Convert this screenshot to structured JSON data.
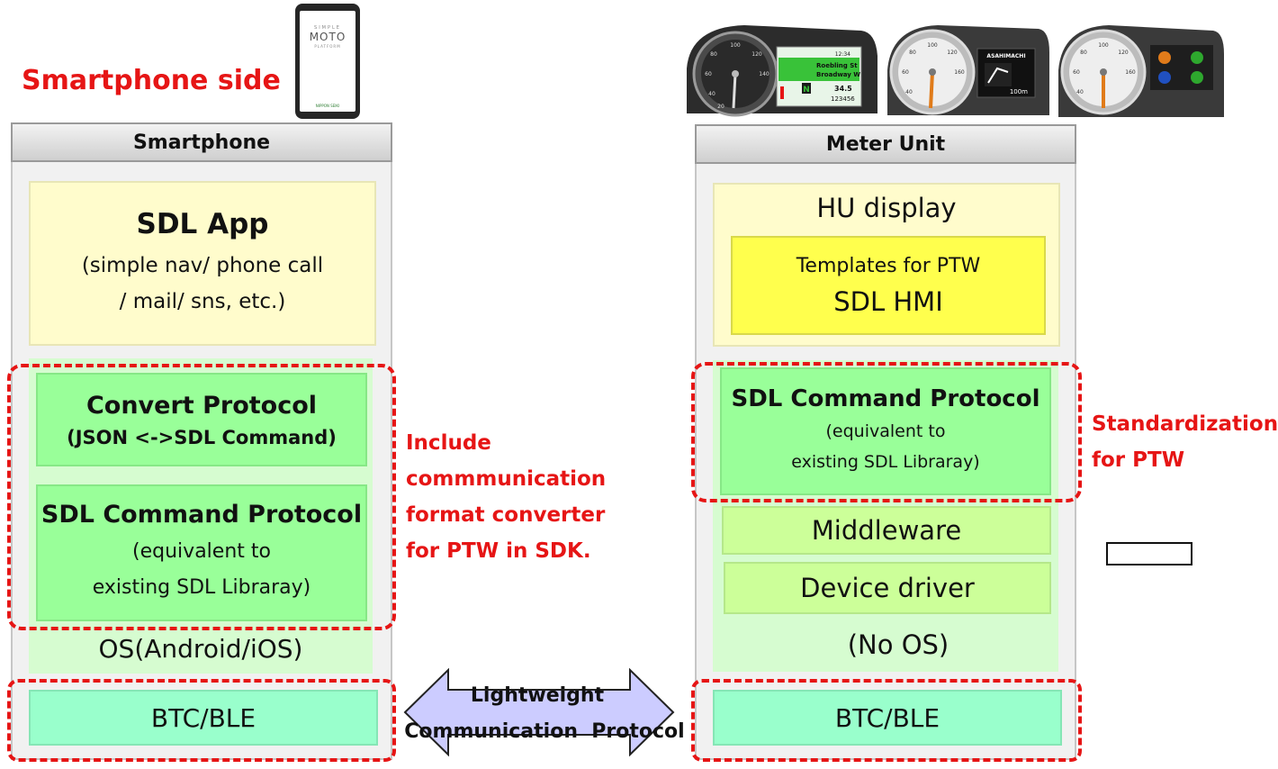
{
  "smartphone_side_label": "Smartphone side",
  "smartphone": {
    "header": "Smartphone",
    "app": {
      "title": "SDL App",
      "line1": "(simple nav/ phone call",
      "line2": "/ mail/ sns, etc.)"
    },
    "convert": {
      "title": "Convert Protocol",
      "subtitle": "(JSON <->SDL Command)"
    },
    "sdl_cmd": {
      "title": "SDL Command Protocol",
      "line1": "(equivalent to",
      "line2": "existing SDL Libraray)"
    },
    "os": "OS(Android/iOS)",
    "btc": "BTC/BLE"
  },
  "note_left": [
    "Include",
    "commmunication",
    "format converter",
    "for PTW in SDK."
  ],
  "arrow_label": {
    "line1": "Lightweight",
    "line2": "Communication  Protocol"
  },
  "meter": {
    "header": "Meter Unit",
    "hu_display": "HU display",
    "templates": "Templates for PTW",
    "hmi": "SDL HMI",
    "sdl_cmd": {
      "title": "SDL Command Protocol",
      "line1": "(equivalent to",
      "line2": "existing SDL Libraray)"
    },
    "middleware": "Middleware",
    "driver": "Device driver",
    "no_os": "(No OS)",
    "btc": "BTC/BLE"
  },
  "note_right": [
    "Standardization",
    "for PTW"
  ],
  "phone_image": {
    "brand_small": "SIMPLE",
    "brand": "MOTO",
    "brand_sub": "PLATFORM",
    "footer": "NIPPON SEIKI"
  },
  "meter_images": {
    "nav_street": "Roebling St",
    "nav_cross": "Broadway W",
    "nav_time": "12:34",
    "gear": "N",
    "trip": "34.5",
    "odo": "123456",
    "place": "ASAHIMACHI",
    "dist": "100m"
  }
}
